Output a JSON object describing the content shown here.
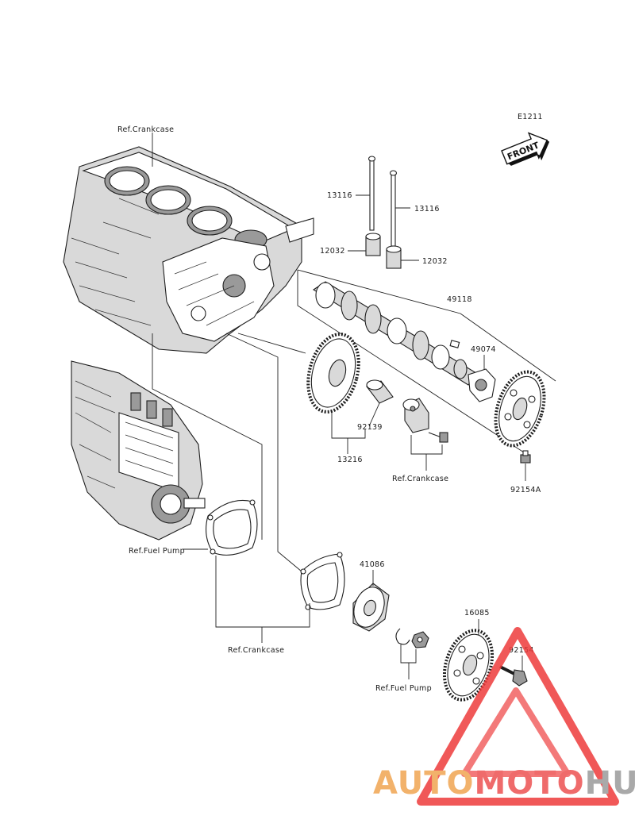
{
  "diagram": {
    "code": "E1211",
    "front_badge": "FRONT",
    "labels": {
      "ref_crankcase_top": "Ref.Crankcase",
      "p13116_a": "13116",
      "p13116_b": "13116",
      "p12032_a": "12032",
      "p12032_b": "12032",
      "p49118": "49118",
      "p49074": "49074",
      "p92139": "92139",
      "p13216": "13216",
      "ref_crankcase_mid": "Ref.Crankcase",
      "p92154a": "92154A",
      "ref_fuel_pump_left": "Ref.Fuel Pump",
      "p41086": "41086",
      "p16085": "16085",
      "p92154": "92154",
      "ref_crankcase_bottom": "Ref.Crankcase",
      "ref_fuel_pump_bottom": "Ref.Fuel Pump"
    }
  },
  "watermark": {
    "text_auto": "AUTO",
    "text_moto": "MOTO",
    "text_hub": "HUB",
    "colors": {
      "auto": "#f2b26b",
      "moto": "#ef6b6b",
      "hub": "#a9a9a9",
      "triangle": "#ee3b3b"
    }
  }
}
